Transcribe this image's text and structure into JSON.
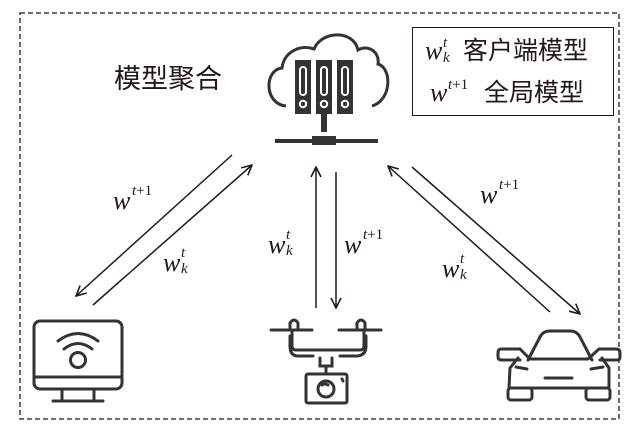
{
  "diagram": {
    "title": "模型聚合",
    "server": {
      "icon": "cloud-server-icon",
      "label": "模型聚合"
    },
    "legend": {
      "items": [
        {
          "symbol_base": "w",
          "symbol_sup": "t",
          "symbol_sub": "k",
          "label": "客户端模型"
        },
        {
          "symbol_base": "w",
          "symbol_sup_var": "t",
          "symbol_sup_rest": "+1",
          "label": "全局模型"
        }
      ]
    },
    "clients": [
      {
        "name": "monitor",
        "icon": "wifi-monitor-icon"
      },
      {
        "name": "drone",
        "icon": "camera-drone-icon"
      },
      {
        "name": "car",
        "icon": "car-icon"
      }
    ],
    "links": [
      {
        "client": "monitor",
        "down_label": {
          "base": "w",
          "sup_var": "t",
          "sup_rest": "+1"
        },
        "up_label": {
          "base": "w",
          "sup": "t",
          "sub": "k"
        }
      },
      {
        "client": "drone",
        "down_label": {
          "base": "w",
          "sup_var": "t",
          "sup_rest": "+1"
        },
        "up_label": {
          "base": "w",
          "sup": "t",
          "sub": "k"
        }
      },
      {
        "client": "car",
        "down_label": {
          "base": "w",
          "sup_var": "t",
          "sup_rest": "+1"
        },
        "up_label": {
          "base": "w",
          "sup": "t",
          "sub": "k"
        }
      }
    ],
    "colors": {
      "stroke": "#231815",
      "icon": "#333333",
      "background": "#ffffff"
    }
  }
}
